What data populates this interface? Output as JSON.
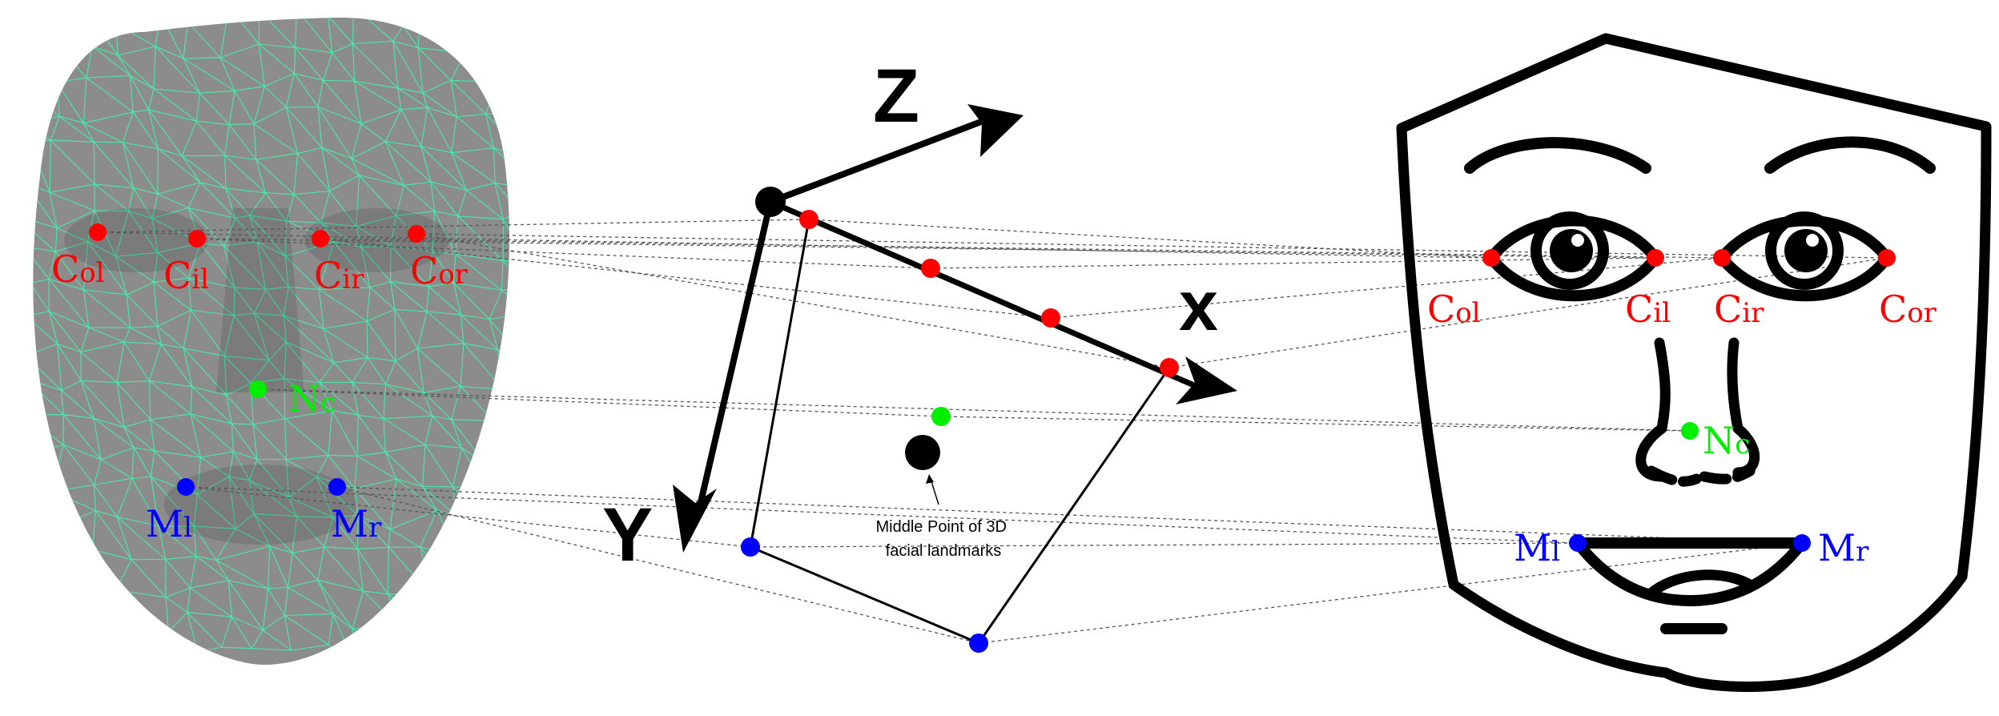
{
  "colors": {
    "eye_corner": "#ff0000",
    "nose": "#00ee00",
    "mouth": "#0000ff",
    "mesh_fill": "#8c8c8c",
    "mesh_line": "#45f0b0",
    "ink": "#000000"
  },
  "axes": {
    "z_label": "Z",
    "x_label": "x",
    "y_label": "Y"
  },
  "annotation": {
    "line1": "Middle Point of 3D",
    "line2": "facial landmarks"
  },
  "landmarks": [
    {
      "id": "col",
      "main": "C",
      "sub": "ol",
      "group": "eye_corner"
    },
    {
      "id": "cil",
      "main": "C",
      "sub": "il",
      "group": "eye_corner"
    },
    {
      "id": "cir",
      "main": "C",
      "sub": "ir",
      "group": "eye_corner"
    },
    {
      "id": "cor",
      "main": "C",
      "sub": "or",
      "group": "eye_corner"
    },
    {
      "id": "nc",
      "main": "N",
      "sub": "c",
      "group": "nose"
    },
    {
      "id": "ml",
      "main": "M",
      "sub": "l",
      "group": "mouth"
    },
    {
      "id": "mr",
      "main": "M",
      "sub": "r",
      "group": "mouth"
    }
  ]
}
